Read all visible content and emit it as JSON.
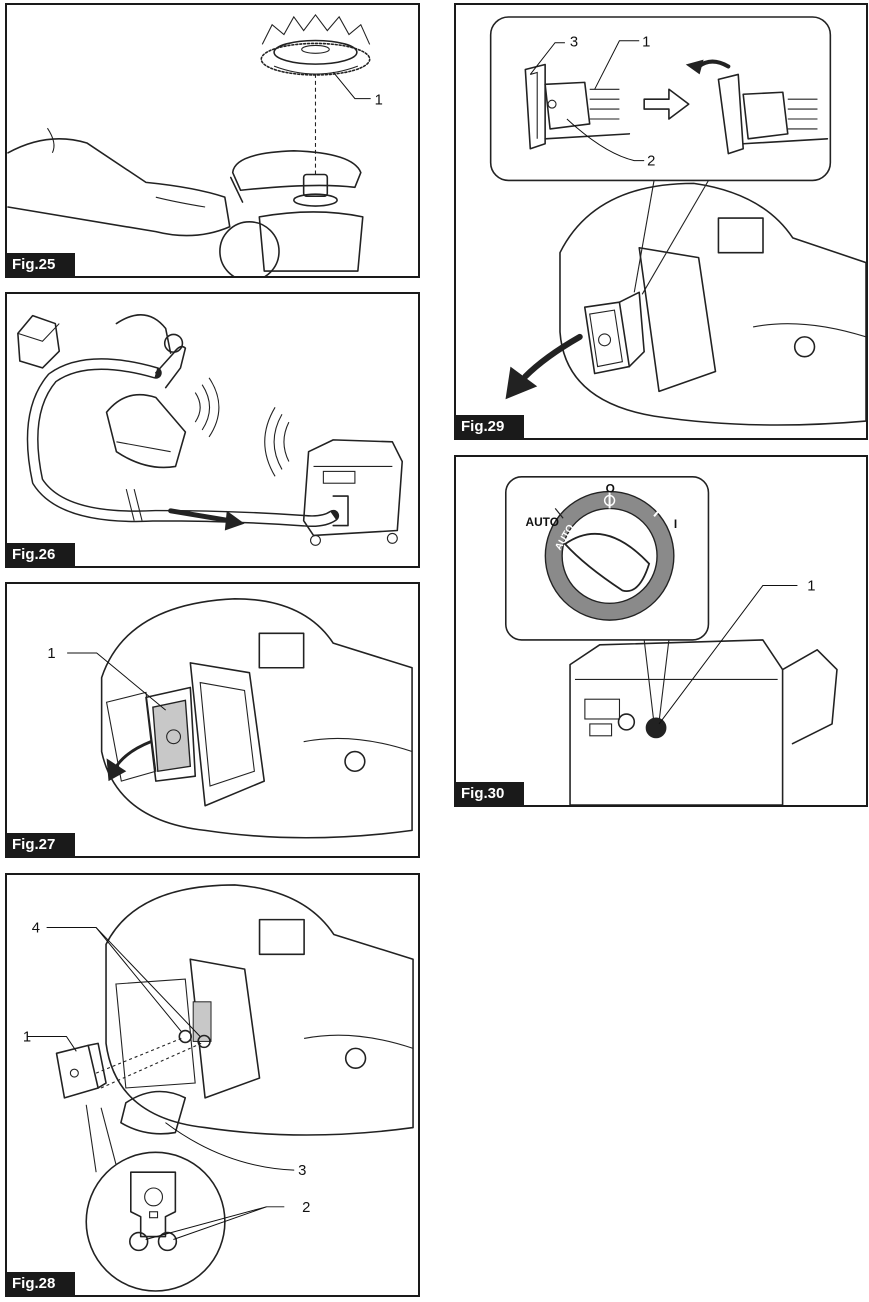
{
  "figures": {
    "fig25": {
      "tag": "Fig.25",
      "callouts": [
        "1"
      ]
    },
    "fig26": {
      "tag": "Fig.26"
    },
    "fig27": {
      "tag": "Fig.27",
      "callouts": [
        "1"
      ]
    },
    "fig28": {
      "tag": "Fig.28",
      "callouts": [
        "4",
        "1",
        "3",
        "2"
      ]
    },
    "fig29": {
      "tag": "Fig.29",
      "callouts": [
        "3",
        "1",
        "2"
      ]
    },
    "fig30": {
      "tag": "Fig.30",
      "callouts": [
        "1"
      ],
      "knob": {
        "auto_outer": "AUTO",
        "auto_inner": "AUTO",
        "on_mark": "I",
        "off_mark": "O"
      }
    }
  },
  "colors": {
    "ink": "#1a1a1a",
    "tag_bg": "#1a1a1a",
    "tag_text": "#ffffff",
    "knob_ring": "#8a8a8a",
    "pad_fill": "#c8c8c8"
  }
}
